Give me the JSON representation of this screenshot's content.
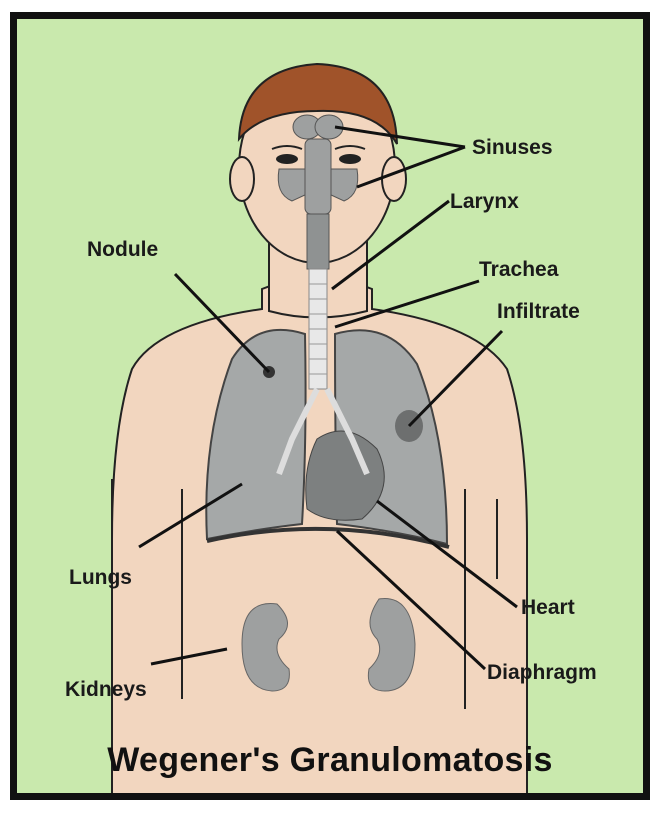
{
  "title": "Wegener's Granulomatosis",
  "labels": {
    "sinuses": "Sinuses",
    "larynx": "Larynx",
    "nodule": "Nodule",
    "trachea": "Trachea",
    "infiltrate": "Infiltrate",
    "lungs": "Lungs",
    "heart": "Heart",
    "kidneys": "Kidneys",
    "diaphragm": "Diaphragm"
  },
  "colors": {
    "background": "#c9e9ad",
    "skin": "#f2d6bf",
    "hair": "#a0532a",
    "organ": "#9ea0a0",
    "lung": "#a5a8a8",
    "frame": "#111111"
  }
}
